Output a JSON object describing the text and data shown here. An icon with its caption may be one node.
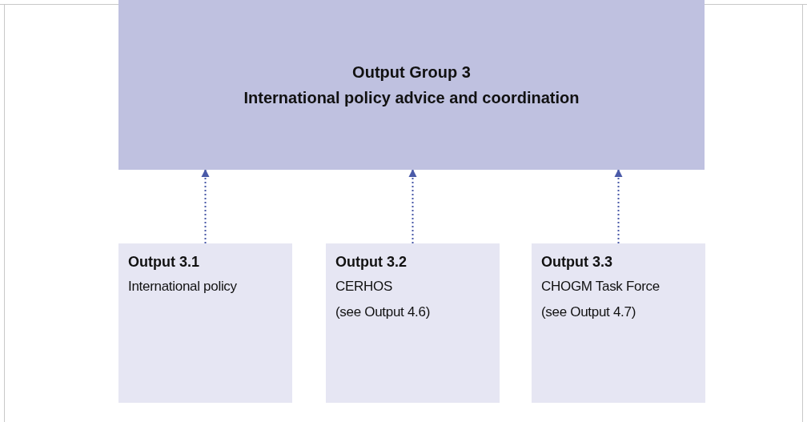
{
  "diagram": {
    "nodes": [
      {
        "text": [
          "Output Group 3",
          "International policy advice and coordination"
        ]
      },
      {
        "text": [
          "Output 3.1",
          "International policy"
        ]
      },
      {
        "text": [
          "Output 3.2",
          "CERHOS",
          "(see Output 4.6)"
        ]
      },
      {
        "text": [
          "Output 3.3",
          "CHOGM Task Force",
          "(see Output 4.7)"
        ]
      }
    ],
    "edges": [
      {
        "from": 1,
        "to": 0,
        "arrow": "to",
        "style": "dashed"
      },
      {
        "from": 2,
        "to": 0,
        "arrow": "to",
        "style": "dashed"
      },
      {
        "from": 3,
        "to": 0,
        "arrow": "to",
        "style": "dashed"
      }
    ]
  }
}
